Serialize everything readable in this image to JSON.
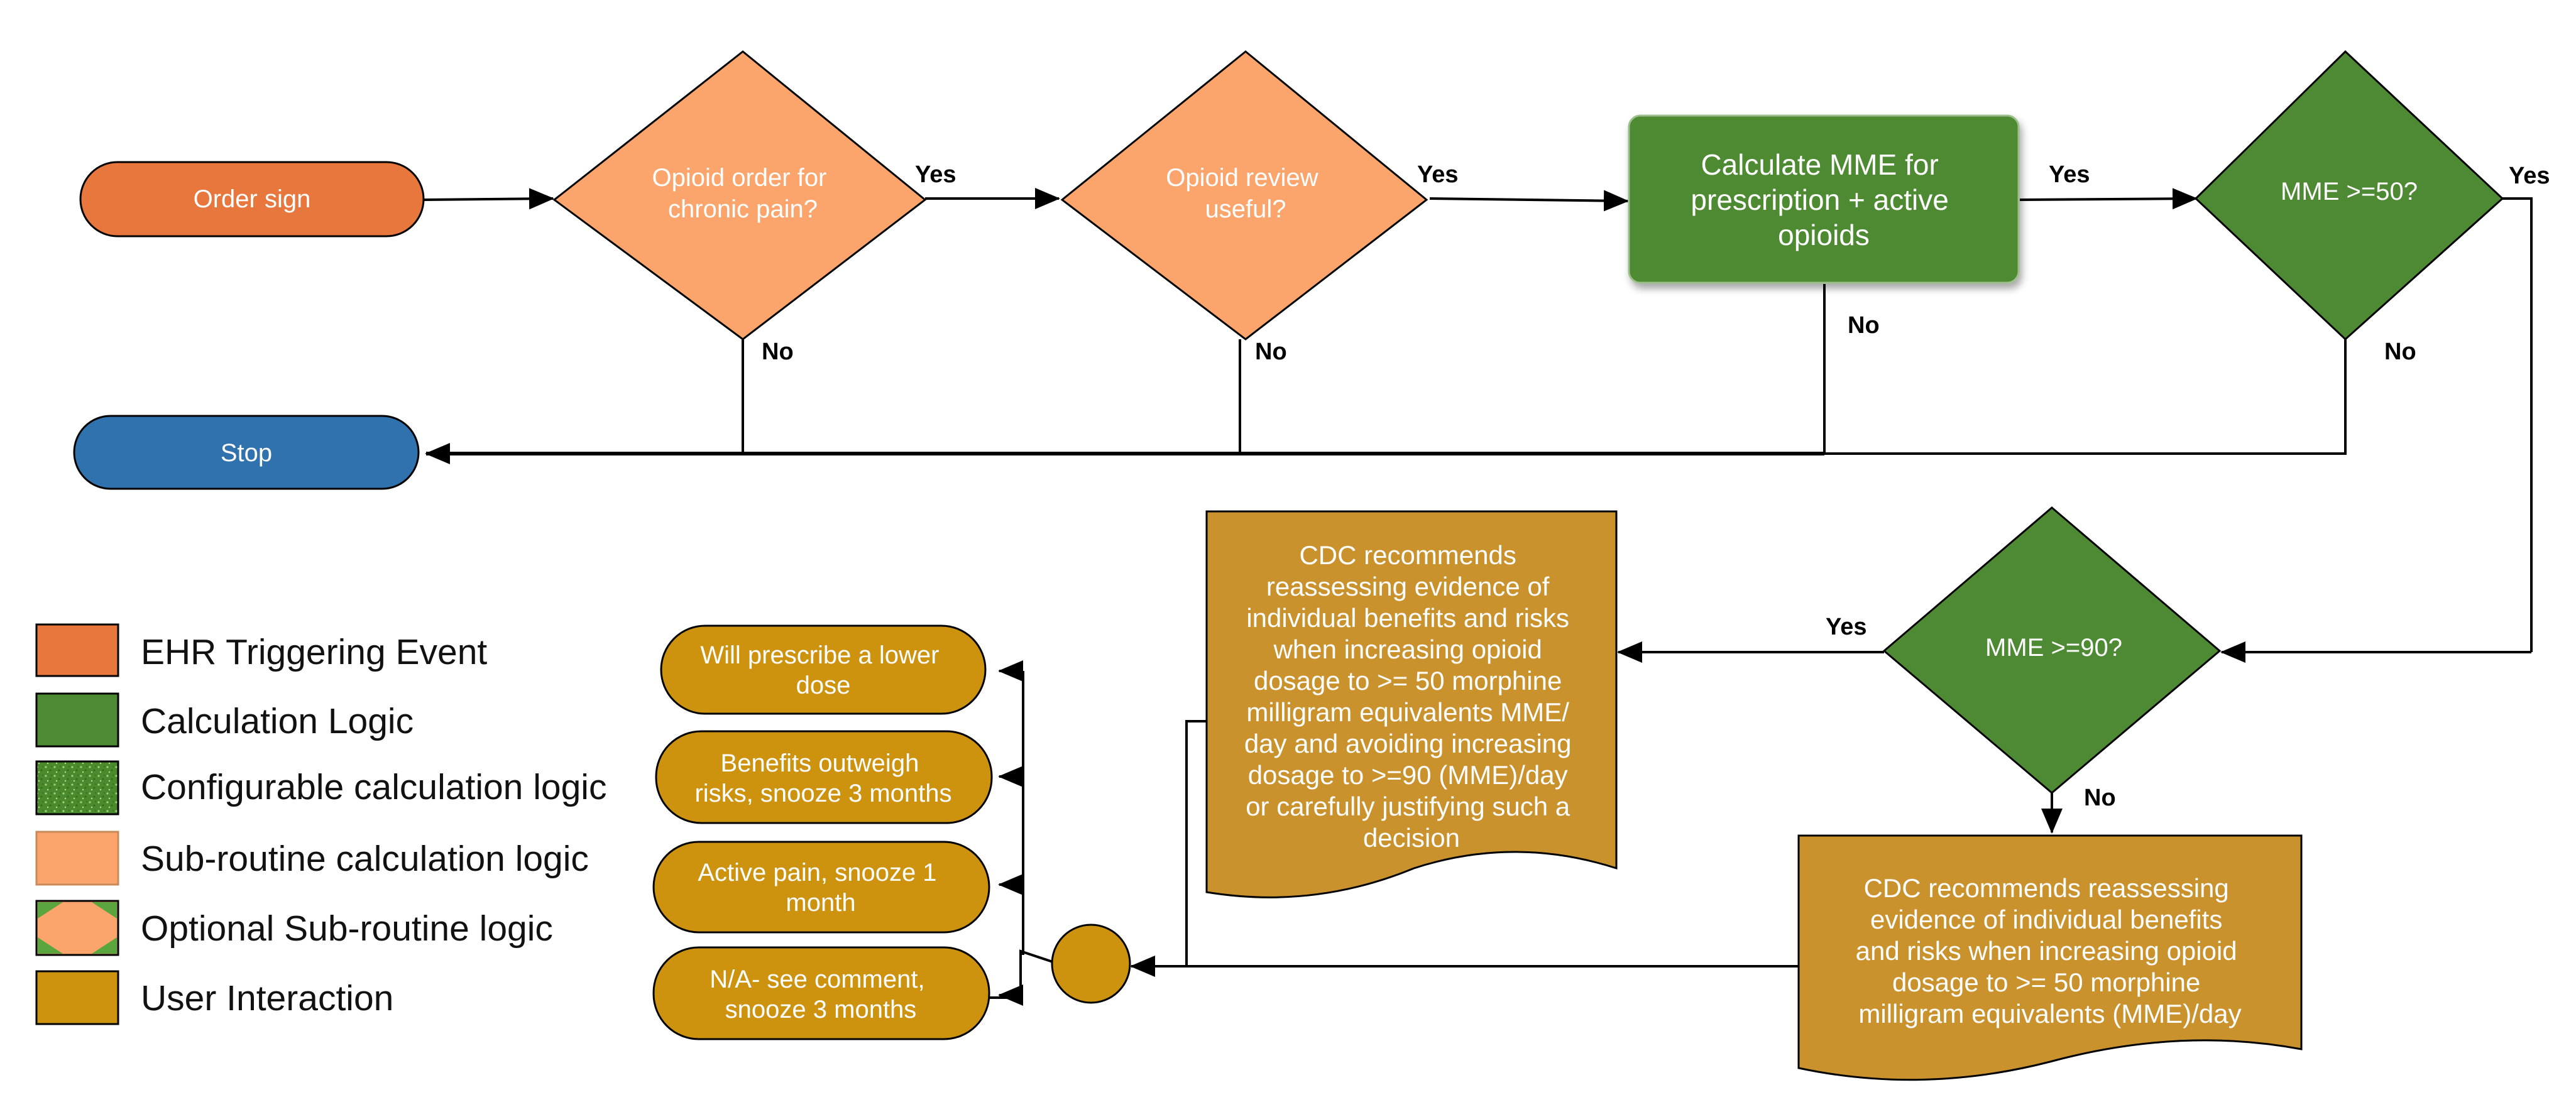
{
  "nodes": {
    "order_sign": "Order sign",
    "stop": "Stop",
    "chronic_pain": [
      "Opioid order for",
      "chronic pain?"
    ],
    "review_useful": [
      "Opioid review",
      "useful?"
    ],
    "calc_mme": [
      "Calculate MME for",
      "prescription + active",
      "opioids"
    ],
    "mme50": "MME >=50?",
    "mme90": "MME >=90?",
    "cdc_90": [
      "CDC recommends",
      "reassessing evidence of",
      "individual benefits and risks",
      "when increasing opioid",
      "dosage to >= 50 morphine",
      "milligram equivalents MME/",
      "day and avoiding increasing",
      "dosage to >=90 (MME)/day",
      "or carefully justifying such a",
      "decision"
    ],
    "cdc_50": [
      "CDC recommends reassessing",
      "evidence of individual benefits",
      "and risks when increasing opioid",
      "dosage to >= 50 morphine",
      "milligram equivalents (MME)/day"
    ]
  },
  "options": [
    [
      "Will prescribe a lower",
      "dose"
    ],
    [
      "Benefits outweigh",
      "risks, snooze 3 months"
    ],
    [
      "Active pain, snooze 1",
      "month"
    ],
    [
      "N/A- see comment,",
      "snooze 3 months"
    ]
  ],
  "edge_labels": {
    "yes": "Yes",
    "no": "No"
  },
  "legend": [
    {
      "label": "EHR Triggering Event",
      "color": "#e8773d"
    },
    {
      "label": "Calculation Logic",
      "color": "#4e8a33"
    },
    {
      "label": "Configurable calculation logic",
      "color": "#4a8a2c"
    },
    {
      "label": "Sub-routine calculation logic",
      "color": "#fba56d"
    },
    {
      "label": "Optional Sub-routine logic",
      "color": "#fba56d"
    },
    {
      "label": "User Interaction",
      "color": "#cd930f"
    }
  ],
  "colors": {
    "ehr": "#e8773d",
    "stop": "#2f72ae",
    "subroutine": "#fba56d",
    "calc": "#4e8a33",
    "user": "#cd930f",
    "doc": "#c9922c"
  }
}
